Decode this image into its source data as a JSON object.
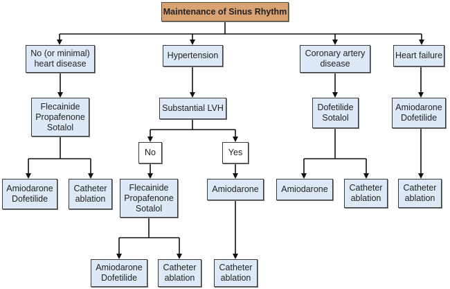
{
  "diagram": {
    "title": "Maintenance of Sinus Rhythm",
    "colors": {
      "root_fill": "#d9a273",
      "node_fill": "#dde9f6",
      "decision_fill": "#ffffff",
      "line": "#111111"
    },
    "nodes": {
      "root": "Maintenance of Sinus Rhythm",
      "no_heart_disease": "No (or minimal)\nheart disease",
      "hypertension": "Hypertension",
      "cad": "Coronary artery\ndisease",
      "heart_failure": "Heart failure",
      "nhd_drugs": "Flecainide\nPropafenone\nSotalol",
      "nhd_amio_dofe": "Amiodarone\nDofetilide",
      "nhd_ablation": "Catheter\nablation",
      "lvh": "Substantial LVH",
      "lvh_no": "No",
      "lvh_yes": "Yes",
      "lvh_no_drugs": "Flecainide\nPropafenone\nSotalol",
      "lvh_no_amio_dofe": "Amiodarone\nDofetilide",
      "lvh_no_ablation": "Catheter\nablation",
      "lvh_yes_amio": "Amiodarone",
      "lvh_yes_ablation": "Catheter\nablation",
      "cad_drugs": "Dofetilide\nSotalol",
      "cad_amio": "Amiodarone",
      "cad_ablation": "Catheter\nablation",
      "hf_drugs": "Amiodarone\nDofetilide",
      "hf_ablation": "Catheter\nablation"
    },
    "edges": [
      [
        "root",
        "no_heart_disease"
      ],
      [
        "root",
        "hypertension"
      ],
      [
        "root",
        "cad"
      ],
      [
        "root",
        "heart_failure"
      ],
      [
        "no_heart_disease",
        "nhd_drugs"
      ],
      [
        "nhd_drugs",
        "nhd_amio_dofe"
      ],
      [
        "nhd_drugs",
        "nhd_ablation"
      ],
      [
        "hypertension",
        "lvh"
      ],
      [
        "lvh",
        "lvh_no"
      ],
      [
        "lvh",
        "lvh_yes"
      ],
      [
        "lvh_no",
        "lvh_no_drugs"
      ],
      [
        "lvh_no_drugs",
        "lvh_no_amio_dofe"
      ],
      [
        "lvh_no_drugs",
        "lvh_no_ablation"
      ],
      [
        "lvh_yes",
        "lvh_yes_amio"
      ],
      [
        "lvh_yes_amio",
        "lvh_yes_ablation"
      ],
      [
        "cad",
        "cad_drugs"
      ],
      [
        "cad_drugs",
        "cad_amio"
      ],
      [
        "cad_drugs",
        "cad_ablation"
      ],
      [
        "heart_failure",
        "hf_drugs"
      ],
      [
        "hf_drugs",
        "hf_ablation"
      ]
    ]
  }
}
